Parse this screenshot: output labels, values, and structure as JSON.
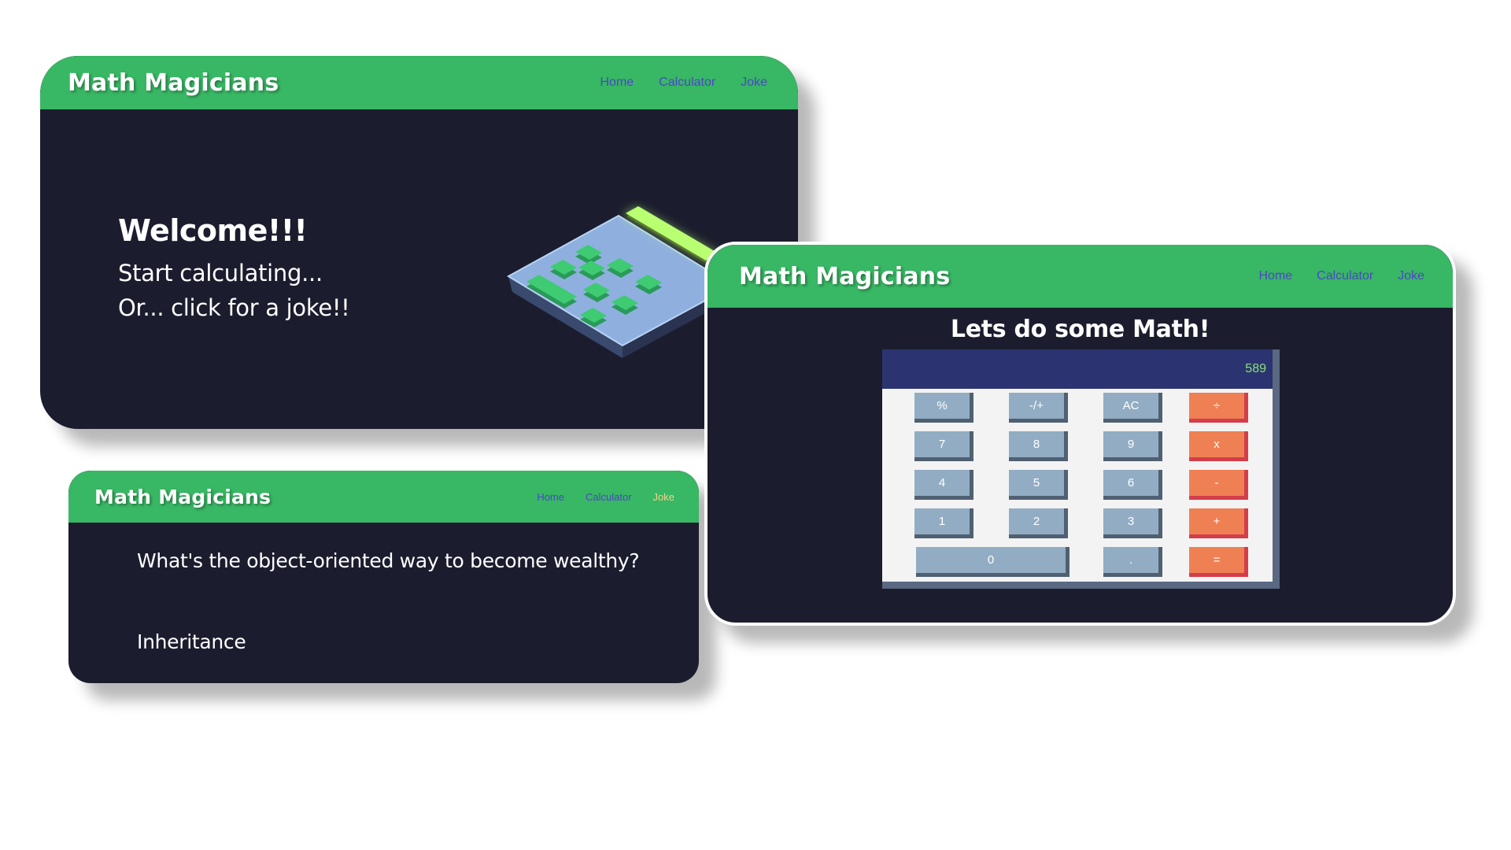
{
  "brand": "Math Magicians",
  "nav": {
    "home": "Home",
    "calculator": "Calculator",
    "joke": "Joke"
  },
  "home": {
    "title": "Welcome!!!",
    "line1": "Start calculating...",
    "line2": "Or... click for a joke!!"
  },
  "joke": {
    "question": "What's the object-oriented way to become wealthy?",
    "answer": "Inheritance"
  },
  "calculator": {
    "heading": "Lets do some Math!",
    "display": "589",
    "keys": [
      {
        "label": "%",
        "style": "grey"
      },
      {
        "label": "-/+",
        "style": "grey"
      },
      {
        "label": "AC",
        "style": "grey"
      },
      {
        "label": "÷",
        "style": "orange"
      },
      {
        "label": "7",
        "style": "grey"
      },
      {
        "label": "8",
        "style": "grey"
      },
      {
        "label": "9",
        "style": "grey"
      },
      {
        "label": "x",
        "style": "orange"
      },
      {
        "label": "4",
        "style": "grey"
      },
      {
        "label": "5",
        "style": "grey"
      },
      {
        "label": "6",
        "style": "grey"
      },
      {
        "label": "-",
        "style": "orange"
      },
      {
        "label": "1",
        "style": "grey"
      },
      {
        "label": "2",
        "style": "grey"
      },
      {
        "label": "3",
        "style": "grey"
      },
      {
        "label": "+",
        "style": "orange"
      },
      {
        "label": "0",
        "style": "grey"
      },
      {
        "label": ".",
        "style": "grey"
      },
      {
        "label": "=",
        "style": "orange"
      }
    ]
  },
  "colors": {
    "navbar": "#38b764",
    "background": "#1b1d2e",
    "nav_link": "#4c46c8",
    "nav_link_active": "#f2d48a",
    "display_bg": "#2b3470",
    "display_text": "#8be07a",
    "key_grey": "#92adc3",
    "key_orange": "#ef8053"
  },
  "icons": {
    "illustration": "isometric-calculator-icon"
  }
}
